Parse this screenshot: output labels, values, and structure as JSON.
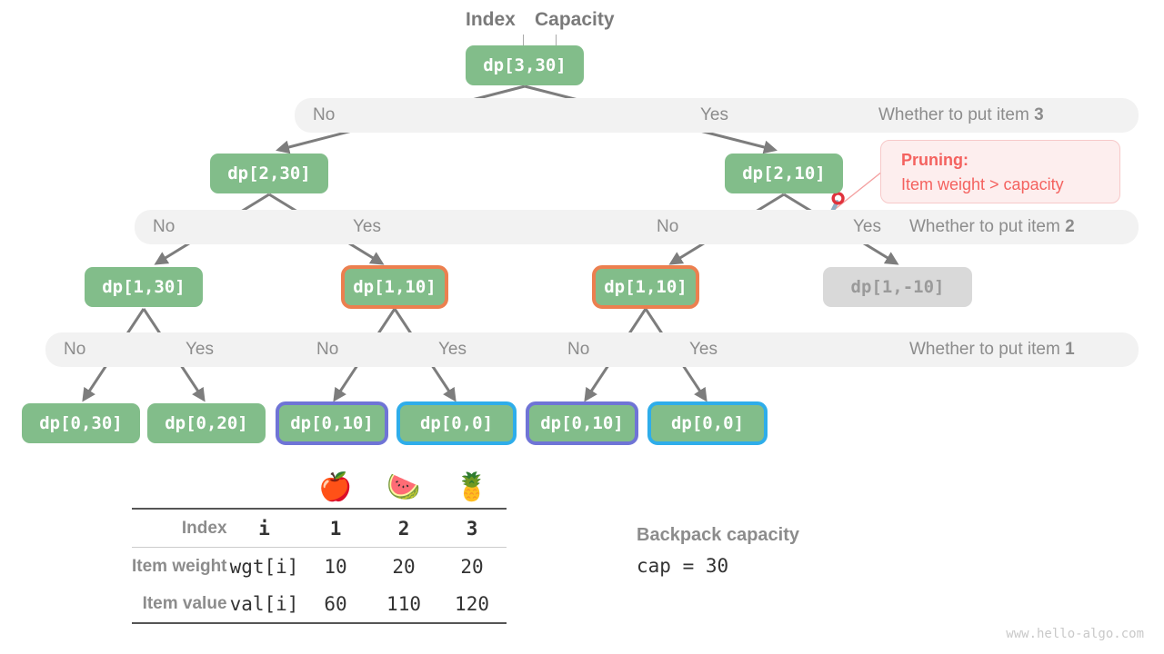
{
  "annotations": {
    "index_label": "Index",
    "capacity_label": "Capacity"
  },
  "tree": {
    "root": {
      "label": "dp[3,30]"
    },
    "level2": [
      {
        "label": "dp[2,30]"
      },
      {
        "label": "dp[2,10]"
      }
    ],
    "level3": [
      {
        "label": "dp[1,30]",
        "border": "none"
      },
      {
        "label": "dp[1,10]",
        "border": "orange"
      },
      {
        "label": "dp[1,10]",
        "border": "orange"
      },
      {
        "label": "dp[1,-10]",
        "border": "none",
        "state": "pruned"
      }
    ],
    "level4": [
      {
        "label": "dp[0,30]",
        "border": "none"
      },
      {
        "label": "dp[0,20]",
        "border": "none"
      },
      {
        "label": "dp[0,10]",
        "border": "purple"
      },
      {
        "label": "dp[0,0]",
        "border": "blue"
      },
      {
        "label": "dp[0,10]",
        "border": "purple"
      },
      {
        "label": "dp[0,0]",
        "border": "blue"
      }
    ]
  },
  "bands": [
    {
      "question": "Whether to put item 3",
      "question_prefix": "Whether to put item ",
      "question_number": "3",
      "choices": [
        "No",
        "Yes"
      ]
    },
    {
      "question": "Whether to put item 2",
      "question_prefix": "Whether to put item ",
      "question_number": "2",
      "choices": [
        "No",
        "Yes",
        "No",
        "Yes"
      ]
    },
    {
      "question": "Whether to put item 1",
      "question_prefix": "Whether to put item ",
      "question_number": "1",
      "choices": [
        "No",
        "Yes",
        "No",
        "Yes",
        "No",
        "Yes"
      ]
    }
  ],
  "pruning": {
    "title": "Pruning:",
    "reason": "Item weight > capacity",
    "icon": "scissors-icon",
    "color": "#f4625f"
  },
  "table": {
    "emoji_header": [
      "🍎",
      "🍉",
      "🍍"
    ],
    "rows": [
      {
        "label": "Index",
        "key": "i",
        "values": [
          "1",
          "2",
          "3"
        ],
        "bold": true
      },
      {
        "label": "Item weight",
        "key": "wgt[i]",
        "values": [
          "10",
          "20",
          "20"
        ],
        "bold": false
      },
      {
        "label": "Item value",
        "key": "val[i]",
        "values": [
          "60",
          "110",
          "120"
        ],
        "bold": false
      }
    ]
  },
  "capacity": {
    "title": "Backpack capacity",
    "value": "cap = 30"
  },
  "watermark": "www.hello-algo.com",
  "colors": {
    "node_green": "#82bd8a",
    "node_gray": "#d9d9d9",
    "border_orange": "#ec7f4f",
    "border_purple": "#6f74d6",
    "border_blue": "#2eadea",
    "band_bg": "#f2f2f2",
    "edge_gray": "#7d7d7d",
    "prune_red": "#f4625f"
  }
}
